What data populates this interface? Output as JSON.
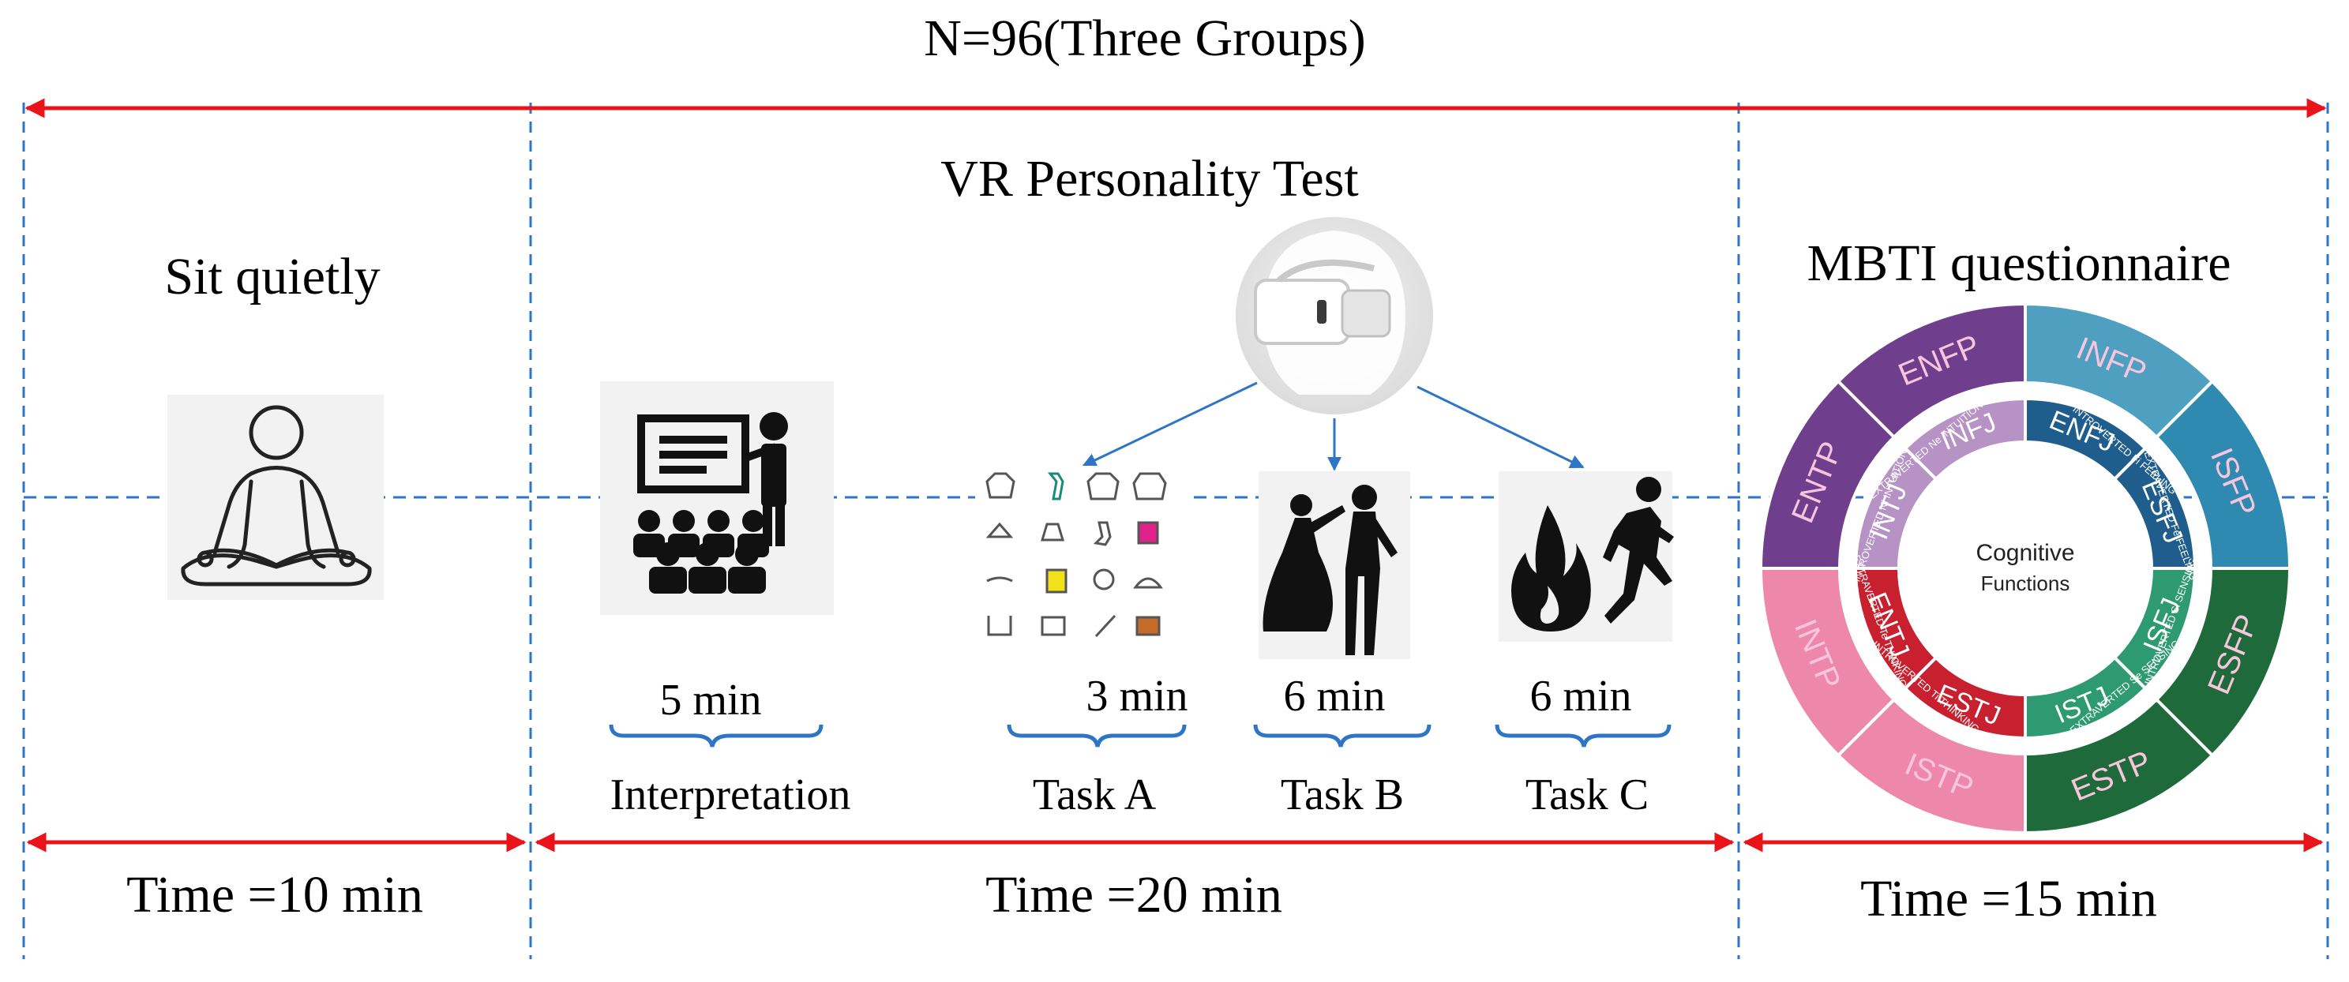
{
  "title": "N=96(Three Groups)",
  "phases": [
    {
      "id": "rest",
      "heading": "Sit quietly",
      "duration_label": "Time =10 min"
    },
    {
      "id": "vr",
      "heading": "VR Personality Test",
      "duration_label": "Time =20 min"
    },
    {
      "id": "mbti",
      "heading": "MBTI questionnaire",
      "duration_label": "Time =15 min"
    }
  ],
  "vr_steps": [
    {
      "id": "interpretation",
      "duration": "5 min",
      "label": "Interpretation",
      "icon": "presentation-icon"
    },
    {
      "id": "task-a",
      "duration": "3 min",
      "label": "Task A",
      "icon": "clothing-items-icon"
    },
    {
      "id": "task-b",
      "duration": "6 min",
      "label": "Task B",
      "icon": "dancing-couple-icon"
    },
    {
      "id": "task-c",
      "duration": "6 min",
      "label": "Task C",
      "icon": "fire-escape-icon"
    }
  ],
  "icons": {
    "rest": "meditation-icon",
    "headset": "vr-headset-icon"
  },
  "mbti_wheel": {
    "center": [
      "Cognitive",
      "Functions"
    ],
    "outer": [
      {
        "type": "ENFP",
        "color": "#6f3f8e"
      },
      {
        "type": "INFP",
        "color": "#4e9fc0"
      },
      {
        "type": "ISFP",
        "color": "#2e8ab0"
      },
      {
        "type": "ESFP",
        "color": "#1f6a3a"
      },
      {
        "type": "ESTP",
        "color": "#1f6a3a"
      },
      {
        "type": "ISTP",
        "color": "#ee88aa"
      },
      {
        "type": "INTP",
        "color": "#ee88aa"
      },
      {
        "type": "ENTP",
        "color": "#6f3f8e"
      }
    ],
    "inner": [
      {
        "type": "INFJ",
        "color": "#b792c4"
      },
      {
        "type": "ENFJ",
        "color": "#1f5d8d"
      },
      {
        "type": "ESFJ",
        "color": "#1f5d8d"
      },
      {
        "type": "ISFJ",
        "color": "#2e9a72"
      },
      {
        "type": "ISTJ",
        "color": "#2e9a72"
      },
      {
        "type": "ESTJ",
        "color": "#c8202e"
      },
      {
        "type": "ENTJ",
        "color": "#c8202e"
      },
      {
        "type": "INTJ",
        "color": "#b792c4"
      }
    ],
    "functions": [
      {
        "code": "Ne",
        "label": "EXTRAVERTED Ne INTUITION"
      },
      {
        "code": "Ni",
        "label": "INTROVERTED Ni INTUITION"
      },
      {
        "code": "Fi",
        "label": "INTROVERTED Fi FEELING"
      },
      {
        "code": "Fe",
        "label": "EXTRAVERTED Fe FEELING"
      },
      {
        "code": "Si",
        "label": "INTROVERTED Si SENSING"
      },
      {
        "code": "Se",
        "label": "EXTRAVERTED Se SENSING"
      },
      {
        "code": "Te",
        "label": "EXTRAVERTED Te THINKING"
      },
      {
        "code": "Ti",
        "label": "INTROVERTED Ti THINKING"
      }
    ]
  },
  "colors": {
    "timeline_arrow": "#e8141a",
    "divider": "#2e75c6",
    "connector_arrow": "#2e75c6",
    "brace": "#2e75c6"
  }
}
